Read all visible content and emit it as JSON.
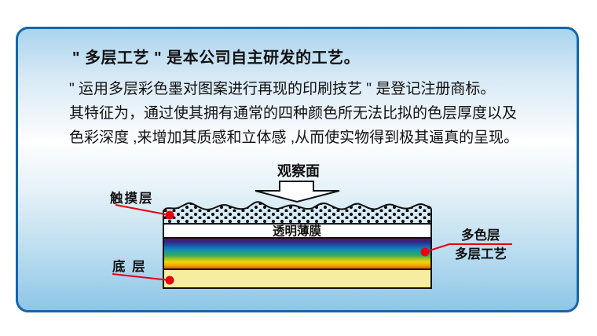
{
  "card": {
    "title": "\" 多层工艺 \" 是本公司自主研发的工艺。",
    "body": {
      "line1": "\" 运用多层彩色墨对图案进行再现的印刷技艺 \" 是登记注册商标。",
      "line2": "其特征为，通过使其拥有通常的四种颜色所无法比拟的色层厚度以及",
      "line3": "色彩深度 ,来增加其质感和立体感 ,从而使实物得到极其逼真的呈现。"
    }
  },
  "diagram": {
    "view_label": "观察面",
    "touch_layer_label": "触摸层",
    "film_label": "透明薄膜",
    "base_layer_label": "底 层",
    "multicolor_label": "多色层",
    "process_label": "多层工艺"
  },
  "colors": {
    "card_border": "#1565ab",
    "accent_red": "#e60012",
    "text": "#111111",
    "dotted_layer_bg": "#d7ecf8",
    "film_layer_fill": "#ffffff",
    "base_layer_fill": "#f6eda1",
    "rainbow_stops": [
      "#7c1038",
      "#4a1a6e",
      "#2a2a86",
      "#1e55aa",
      "#1585b8",
      "#1ba08c",
      "#3aaa50",
      "#9cc22e",
      "#f2d600",
      "#f5a300",
      "#e04a10"
    ]
  }
}
